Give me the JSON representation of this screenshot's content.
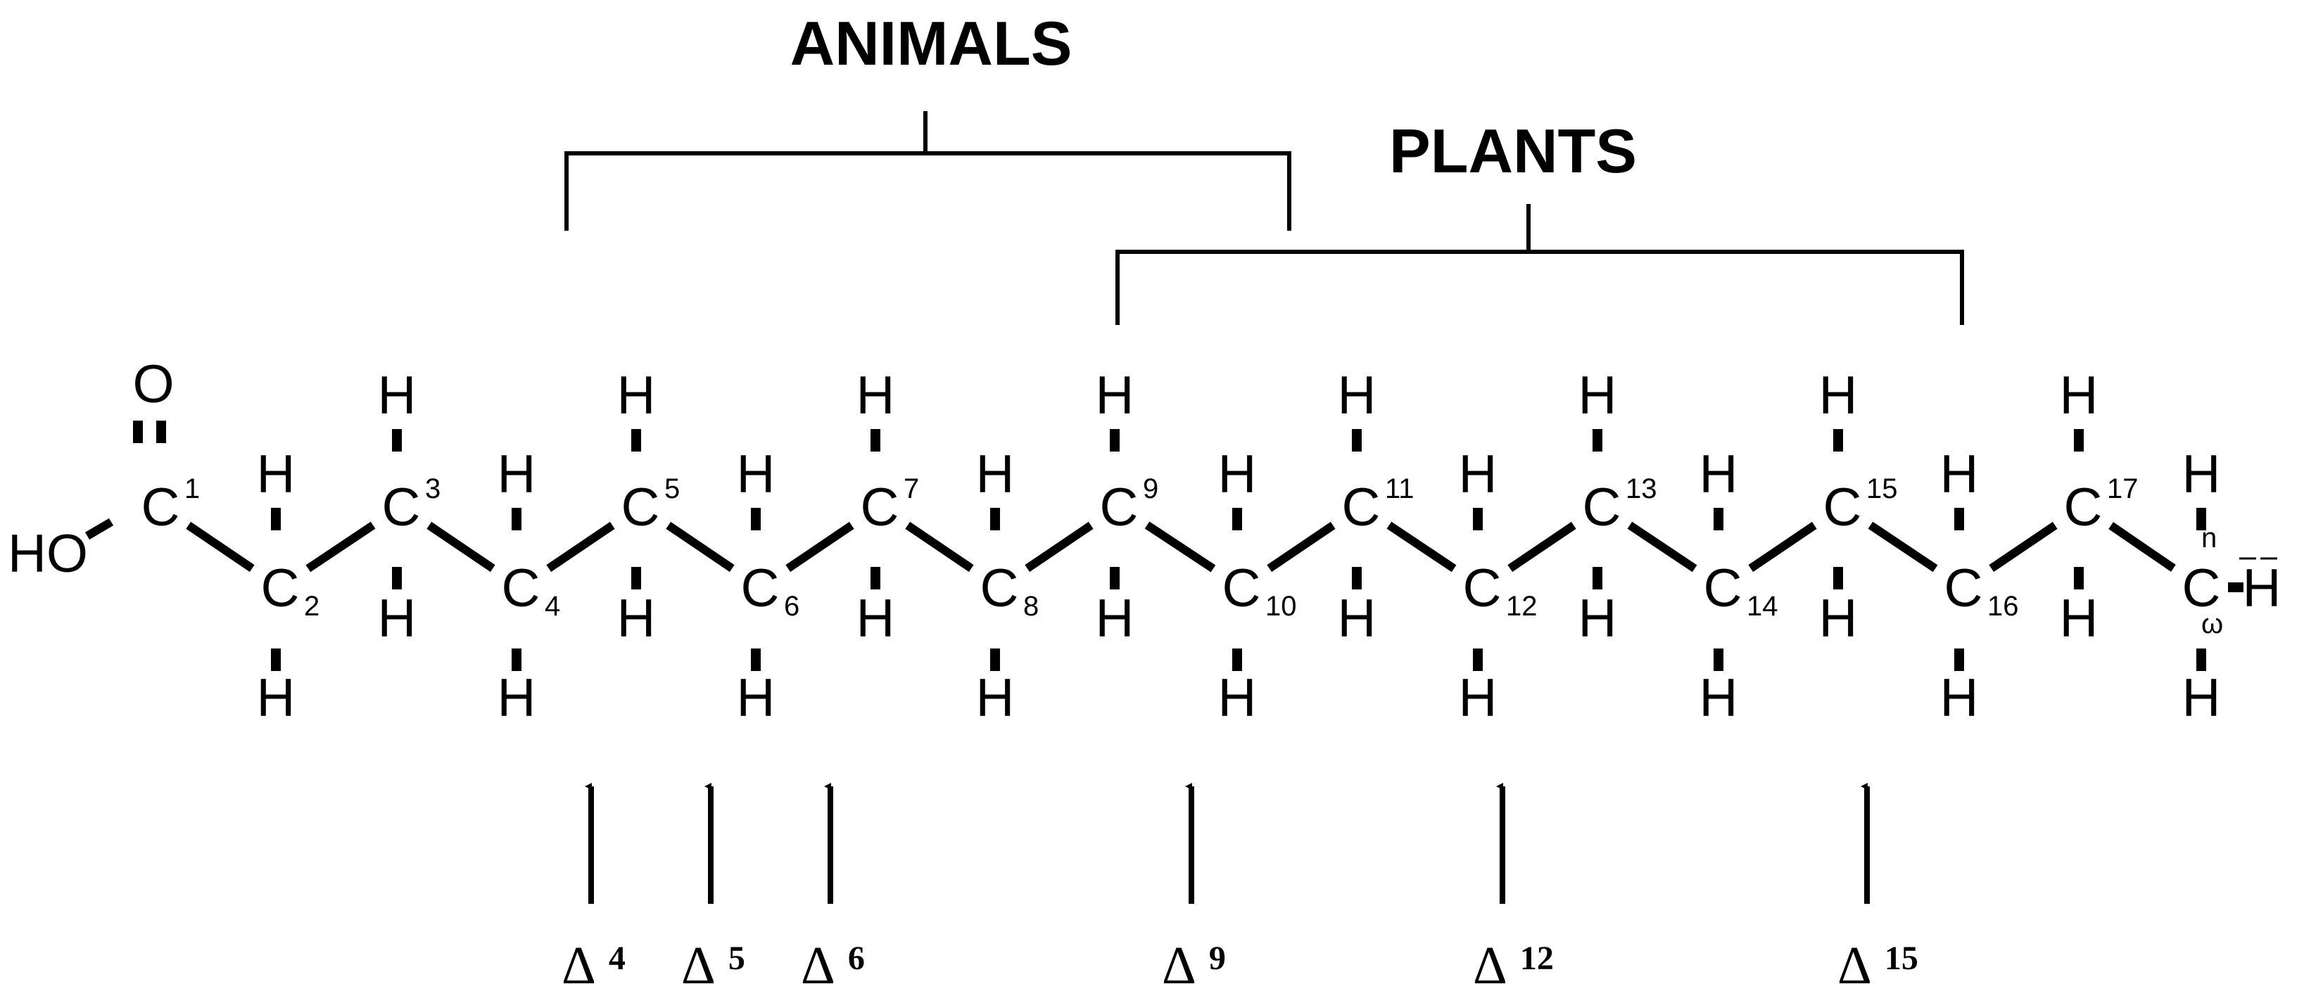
{
  "labels": {
    "animals": "ANIMALS",
    "plants": "PLANTS",
    "oxygen": "O",
    "hydroxyl": "HO",
    "omega": "ω",
    "n": "n"
  },
  "carbons": [
    {
      "num": "1"
    },
    {
      "num": "2"
    },
    {
      "num": "3"
    },
    {
      "num": "4"
    },
    {
      "num": "5"
    },
    {
      "num": "6"
    },
    {
      "num": "7"
    },
    {
      "num": "8"
    },
    {
      "num": "9"
    },
    {
      "num": "10"
    },
    {
      "num": "11"
    },
    {
      "num": "12"
    },
    {
      "num": "13"
    },
    {
      "num": "14"
    },
    {
      "num": "15"
    },
    {
      "num": "16"
    },
    {
      "num": "17"
    }
  ],
  "atoms": {
    "carbon": "C",
    "hydrogen": "H"
  },
  "desaturases": [
    {
      "symbol": "Δ",
      "position": "4"
    },
    {
      "symbol": "Δ",
      "position": "5"
    },
    {
      "symbol": "Δ",
      "position": "6"
    },
    {
      "symbol": "Δ",
      "position": "9"
    },
    {
      "symbol": "Δ",
      "position": "12"
    },
    {
      "symbol": "Δ",
      "position": "15"
    }
  ]
}
